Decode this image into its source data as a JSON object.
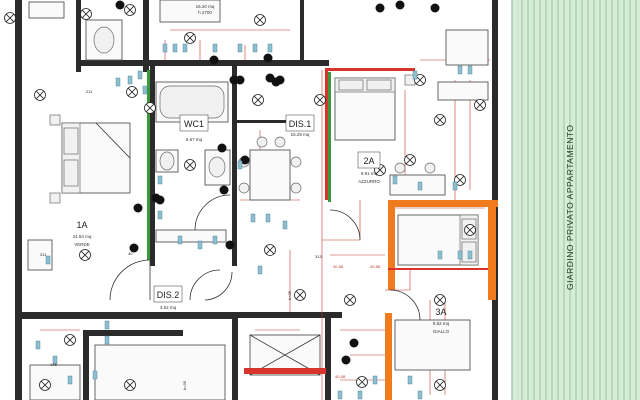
{
  "rooms": [
    {
      "id": "1A",
      "name": "1A",
      "area": "24.54 mq",
      "color": "VERDE"
    },
    {
      "id": "WC1",
      "name": "WC1",
      "area": "5.67 mq"
    },
    {
      "id": "DIS1",
      "name": "DIS.1",
      "area": "15.29 mq"
    },
    {
      "id": "2A",
      "name": "2A",
      "area": "9.91 mq",
      "color": "AZZURRO"
    },
    {
      "id": "DIS2",
      "name": "DIS.2",
      "area": "3.52 mq"
    },
    {
      "id": "3A",
      "name": "3A",
      "area": "9.62 mq",
      "color": "GIALLO"
    },
    {
      "id": "TOP",
      "area": "16.20 mq",
      "height": "h 2700"
    }
  ],
  "garden_label": "GIARDINO PRIVATO APPARTAMENTO",
  "dimensions": {
    "d1": "211",
    "d2": "40",
    "d3": "313",
    "d4": "40-58",
    "d5": "40-58",
    "d6": "40-58",
    "d7": "145",
    "d8": "311",
    "d9": "h=35",
    "d10": "h=35"
  },
  "colors": {
    "wall": "#2b2b2b",
    "accent_red": "#d9342b",
    "accent_orange": "#f07a1e",
    "accent_green": "#3a9a3a",
    "garden_green": "#cfe8d0",
    "garden_lines": "#7fbf85"
  },
  "icons": [
    "light-fixture-icon",
    "socket-icon",
    "bathtub-icon",
    "toilet-icon",
    "sink-icon",
    "bed-icon",
    "table-icon",
    "door-swing-icon"
  ]
}
